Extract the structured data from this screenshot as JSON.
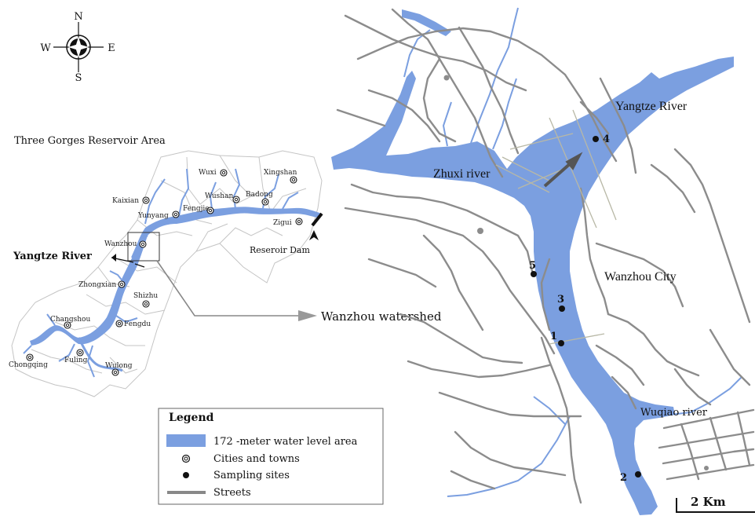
{
  "compass": {
    "north": "N",
    "south": "S",
    "east": "E",
    "west": "W"
  },
  "labels": {
    "region_title": "Three Gorges Reservoir Area",
    "inset_river": "Yangtze River",
    "dam": "Reseroir Dam",
    "watershed": "Wanzhou watershed",
    "main_river": "Yangtze River",
    "zhuxi_river": "Zhuxi river",
    "wanzhou_city": "Wanzhou City",
    "wuqiao_river": "Wuqiao river",
    "scale": "2 Km"
  },
  "towns": [
    {
      "id": "wuxi",
      "name": "Wuxi"
    },
    {
      "id": "xingshan",
      "name": "Xingshan"
    },
    {
      "id": "kaixian",
      "name": "Kaixian"
    },
    {
      "id": "wushan",
      "name": "Wushan"
    },
    {
      "id": "badong",
      "name": "Badong"
    },
    {
      "id": "yunyang",
      "name": "Yunyang"
    },
    {
      "id": "fengjie",
      "name": "Fengjie"
    },
    {
      "id": "zigui",
      "name": "Zigui"
    },
    {
      "id": "wanzhou",
      "name": "Wanzhou"
    },
    {
      "id": "zhongxian",
      "name": "Zhongxian"
    },
    {
      "id": "shizhu",
      "name": "Shizhu"
    },
    {
      "id": "changshou",
      "name": "Changshou"
    },
    {
      "id": "fengdu",
      "name": "Fengdu"
    },
    {
      "id": "fuling",
      "name": "Fuling"
    },
    {
      "id": "chongqing",
      "name": "Chongqing"
    },
    {
      "id": "wulong",
      "name": "Wulong"
    }
  ],
  "sites": [
    {
      "id": "1",
      "label": "1"
    },
    {
      "id": "2",
      "label": "2"
    },
    {
      "id": "3",
      "label": "3"
    },
    {
      "id": "4",
      "label": "4"
    },
    {
      "id": "5",
      "label": "5"
    }
  ],
  "legend": {
    "title": "Legend",
    "items": [
      {
        "symbol": "water",
        "label": "172 -meter water level area"
      },
      {
        "symbol": "town",
        "label": "Cities and towns"
      },
      {
        "symbol": "site",
        "label": "Sampling sites"
      },
      {
        "symbol": "street",
        "label": "Streets"
      }
    ]
  },
  "colors": {
    "water": "#7b9fe0",
    "street": "#8c8c8c",
    "boundary": "#bdbdbd",
    "ink": "#111111"
  }
}
